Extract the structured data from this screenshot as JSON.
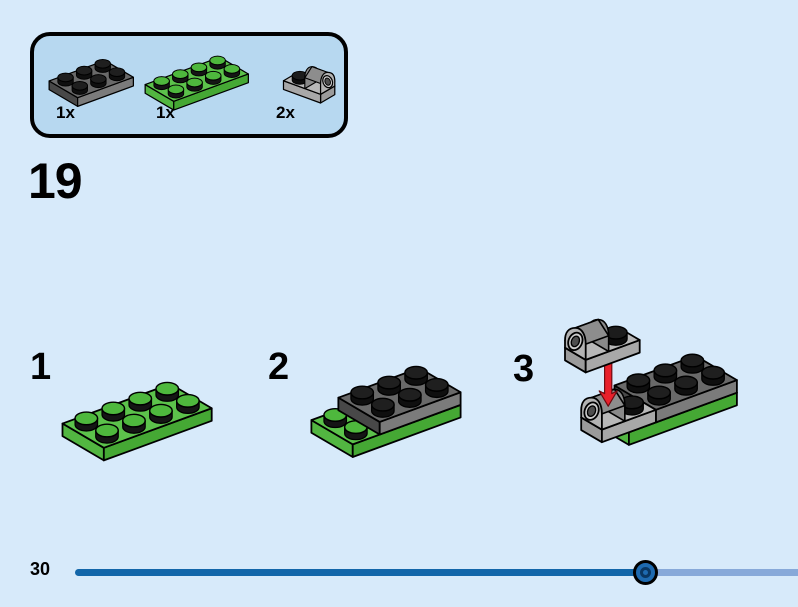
{
  "parts_panel": {
    "parts": [
      {
        "name": "dark-gray-2x3-plate",
        "count": "1x"
      },
      {
        "name": "green-2x4-plate",
        "count": "1x"
      },
      {
        "name": "gray-1x2-ring-plate",
        "count": "2x"
      }
    ]
  },
  "step": {
    "number": "19"
  },
  "substeps": [
    {
      "label": "1",
      "illustration": "green-2x4-plate"
    },
    {
      "label": "2",
      "illustration": "dark-gray-2x3-plate-stacked-on-green-plate"
    },
    {
      "label": "3",
      "illustration": "attach-two-gray-ring-plates-red-arrow-down"
    }
  ],
  "footer": {
    "page_number": "30",
    "progress_fraction": 0.79
  },
  "colors": {
    "page_bg": "#d7eafa",
    "panel_bg": "#b7d8f0",
    "outline": "#000000",
    "arrow_red": "#e8202b",
    "arrow_outline": "#6e0a10",
    "progress_done": "#1266a9",
    "progress_remaining": "#87a9d9",
    "knob_blue": "#1e6ab0",
    "knob_ring": "#0a3763",
    "green": {
      "top": "#5cc24b",
      "left": "#52b641",
      "front": "#45a834",
      "studTop": "#4eb83d",
      "studSide": "#151515"
    },
    "darkgray": {
      "top": "#696969",
      "left": "#484848",
      "front": "#7b7b7b",
      "studTop": "#1f1f1f",
      "studSide": "#0f0f0f"
    },
    "lightgray": {
      "top": "#b8b8b8",
      "left": "#9b9b9b",
      "front": "#a8a8a8",
      "studTop": "#1c1c1c",
      "studSide": "#0e0e0e",
      "archFace": "#b3b3b3",
      "archTop": "#cfcfcf",
      "archSide": "#8d8d8d",
      "archBack": "#898989",
      "ringFace": "#cdcdcd",
      "hole": "#4e4e4e"
    }
  }
}
